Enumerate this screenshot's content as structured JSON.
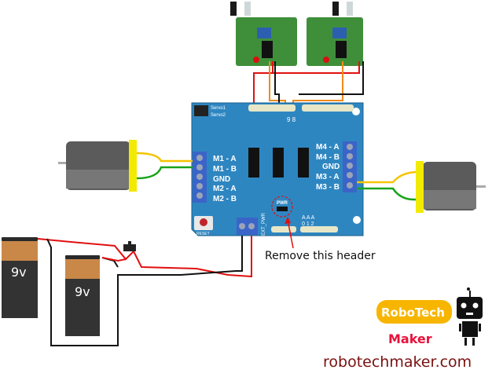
{
  "diagram": {
    "shield": {
      "left_terminals": [
        "M1 - A",
        "M1 - B",
        "GND",
        "M2 - A",
        "M2 - B"
      ],
      "right_terminals": [
        "M4 - A",
        "M4 - B",
        "GND",
        "M3 - A",
        "M3 - B"
      ],
      "servo1_label": "Servo1",
      "servo2_label": "Servo2",
      "pin_labels": "9 8",
      "pwr_label": "PWR",
      "reset_label": "RESET",
      "ext_pwr_label": "EXT_PWR",
      "analog_top": "A A A",
      "analog_bottom": "0 1 2",
      "color": "#2e86c1"
    },
    "annotation": "Remove this header",
    "batteries": [
      {
        "label": "9v"
      },
      {
        "label": "9v"
      }
    ],
    "wire_colors": {
      "power": "#e01010",
      "ground": "#111111",
      "signal": "#f08a1c",
      "motor_a": "#f5c400",
      "motor_b": "#1aa31a"
    }
  },
  "branding": {
    "robotech": "RoboTech",
    "maker": "Maker",
    "url": "robotechmaker.com",
    "pill_color": "#f7b500",
    "maker_color": "#e8123c",
    "url_color": "#7a1010"
  }
}
